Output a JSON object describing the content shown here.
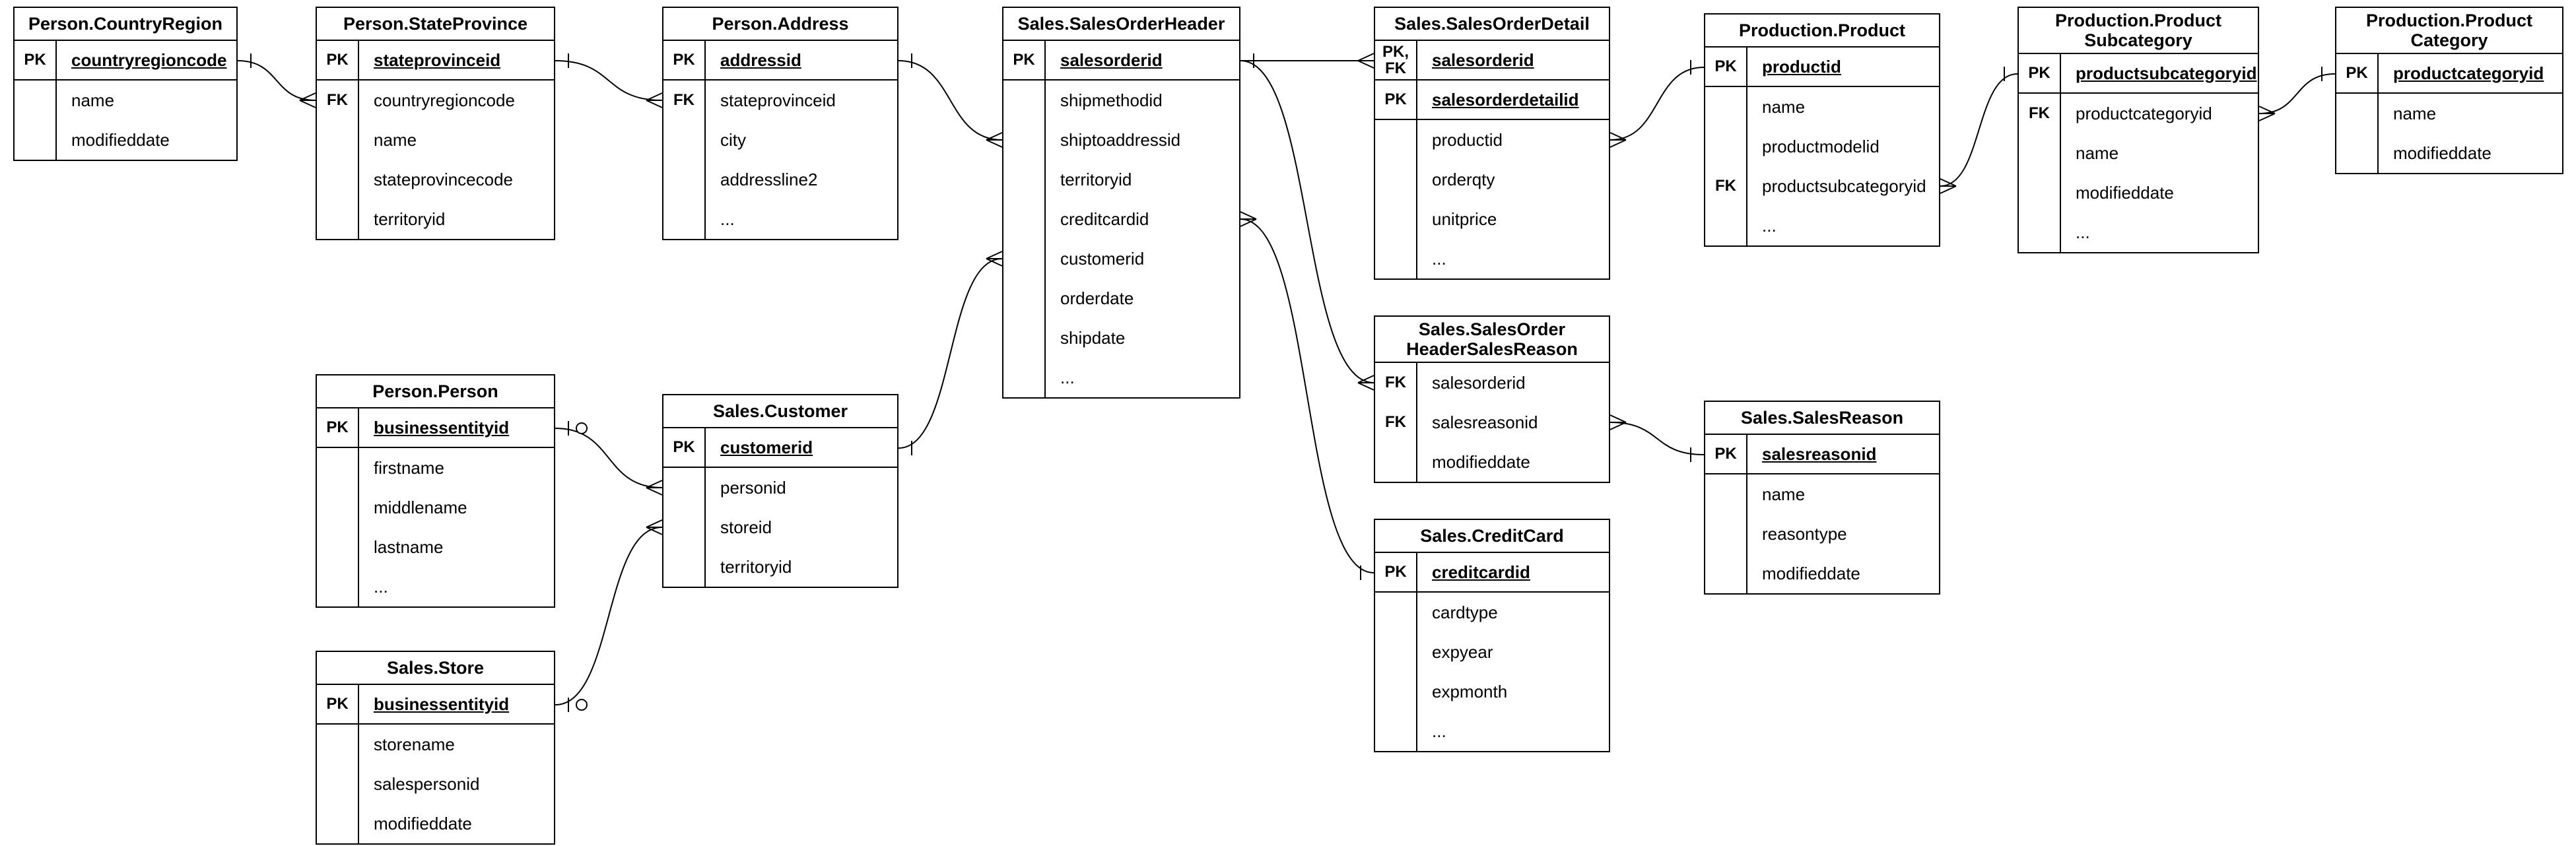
{
  "diagram": {
    "background_color": "#ffffff",
    "line_color": "#000000",
    "text_color": "#000000"
  },
  "tables": {
    "countryregion": {
      "title": "Person.CountryRegion",
      "rows": [
        {
          "key": "PK",
          "name": "countryregioncode",
          "pk": true
        },
        {
          "key": "",
          "name": "name",
          "pk": false
        },
        {
          "key": "",
          "name": "modifieddate",
          "pk": false
        }
      ]
    },
    "stateprovince": {
      "title": "Person.StateProvince",
      "rows": [
        {
          "key": "PK",
          "name": "stateprovinceid",
          "pk": true
        },
        {
          "key": "FK",
          "name": "countryregioncode",
          "pk": false
        },
        {
          "key": "",
          "name": "name",
          "pk": false
        },
        {
          "key": "",
          "name": "stateprovincecode",
          "pk": false
        },
        {
          "key": "",
          "name": "territoryid",
          "pk": false
        }
      ]
    },
    "address": {
      "title": "Person.Address",
      "rows": [
        {
          "key": "PK",
          "name": "addressid",
          "pk": true
        },
        {
          "key": "FK",
          "name": "stateprovinceid",
          "pk": false
        },
        {
          "key": "",
          "name": "city",
          "pk": false
        },
        {
          "key": "",
          "name": "addressline2",
          "pk": false
        },
        {
          "key": "",
          "name": "...",
          "pk": false
        }
      ]
    },
    "salesorderheader": {
      "title": "Sales.SalesOrderHeader",
      "rows": [
        {
          "key": "PK",
          "name": "salesorderid",
          "pk": true
        },
        {
          "key": "",
          "name": "shipmethodid",
          "pk": false
        },
        {
          "key": "",
          "name": "shiptoaddressid",
          "pk": false
        },
        {
          "key": "",
          "name": "territoryid",
          "pk": false
        },
        {
          "key": "",
          "name": "creditcardid",
          "pk": false
        },
        {
          "key": "",
          "name": "customerid",
          "pk": false
        },
        {
          "key": "",
          "name": "orderdate",
          "pk": false
        },
        {
          "key": "",
          "name": "shipdate",
          "pk": false
        },
        {
          "key": "",
          "name": "...",
          "pk": false
        }
      ]
    },
    "salesorderdetail": {
      "title": "Sales.SalesOrderDetail",
      "rows": [
        {
          "key": "PK,\nFK",
          "name": "salesorderid",
          "pk": true
        },
        {
          "key": "PK",
          "name": "salesorderdetailid",
          "pk": true
        },
        {
          "key": "",
          "name": "productid",
          "pk": false
        },
        {
          "key": "",
          "name": "orderqty",
          "pk": false
        },
        {
          "key": "",
          "name": "unitprice",
          "pk": false
        },
        {
          "key": "",
          "name": "...",
          "pk": false
        }
      ]
    },
    "product": {
      "title": "Production.Product",
      "rows": [
        {
          "key": "PK",
          "name": "productid",
          "pk": true
        },
        {
          "key": "",
          "name": "name",
          "pk": false
        },
        {
          "key": "",
          "name": "productmodelid",
          "pk": false
        },
        {
          "key": "FK",
          "name": "productsubcategoryid",
          "pk": false
        },
        {
          "key": "",
          "name": "...",
          "pk": false
        }
      ]
    },
    "productsubcategory": {
      "title": "Production.Product\nSubcategory",
      "rows": [
        {
          "key": "PK",
          "name": "productsubcategoryid",
          "pk": true
        },
        {
          "key": "FK",
          "name": "productcategoryid",
          "pk": false
        },
        {
          "key": "",
          "name": "name",
          "pk": false
        },
        {
          "key": "",
          "name": "modifieddate",
          "pk": false
        },
        {
          "key": "",
          "name": "...",
          "pk": false
        }
      ]
    },
    "productcategory": {
      "title": "Production.Product\nCategory",
      "rows": [
        {
          "key": "PK",
          "name": "productcategoryid",
          "pk": true
        },
        {
          "key": "",
          "name": "name",
          "pk": false
        },
        {
          "key": "",
          "name": "modifieddate",
          "pk": false
        }
      ]
    },
    "person": {
      "title": "Person.Person",
      "rows": [
        {
          "key": "PK",
          "name": "businessentityid",
          "pk": true
        },
        {
          "key": "",
          "name": "firstname",
          "pk": false
        },
        {
          "key": "",
          "name": "middlename",
          "pk": false
        },
        {
          "key": "",
          "name": "lastname",
          "pk": false
        },
        {
          "key": "",
          "name": "...",
          "pk": false
        }
      ]
    },
    "customer": {
      "title": "Sales.Customer",
      "rows": [
        {
          "key": "PK",
          "name": "customerid",
          "pk": true
        },
        {
          "key": "",
          "name": "personid",
          "pk": false
        },
        {
          "key": "",
          "name": "storeid",
          "pk": false
        },
        {
          "key": "",
          "name": "territoryid",
          "pk": false
        }
      ]
    },
    "sohsalesreason": {
      "title": "Sales.SalesOrder\nHeaderSalesReason",
      "rows": [
        {
          "key": "FK",
          "name": "salesorderid",
          "pk": false
        },
        {
          "key": "FK",
          "name": "salesreasonid",
          "pk": false
        },
        {
          "key": "",
          "name": "modifieddate",
          "pk": false
        }
      ]
    },
    "salesreason": {
      "title": "Sales.SalesReason",
      "rows": [
        {
          "key": "PK",
          "name": "salesreasonid",
          "pk": true
        },
        {
          "key": "",
          "name": "name",
          "pk": false
        },
        {
          "key": "",
          "name": "reasontype",
          "pk": false
        },
        {
          "key": "",
          "name": "modifieddate",
          "pk": false
        }
      ]
    },
    "creditcard": {
      "title": "Sales.CreditCard",
      "rows": [
        {
          "key": "PK",
          "name": "creditcardid",
          "pk": true
        },
        {
          "key": "",
          "name": "cardtype",
          "pk": false
        },
        {
          "key": "",
          "name": "expyear",
          "pk": false
        },
        {
          "key": "",
          "name": "expmonth",
          "pk": false
        },
        {
          "key": "",
          "name": "...",
          "pk": false
        }
      ]
    },
    "store": {
      "title": "Sales.Store",
      "rows": [
        {
          "key": "PK",
          "name": "businessentityid",
          "pk": true
        },
        {
          "key": "",
          "name": "storename",
          "pk": false
        },
        {
          "key": "",
          "name": "salespersonid",
          "pk": false
        },
        {
          "key": "",
          "name": "modifieddate",
          "pk": false
        }
      ]
    }
  },
  "connections": [
    {
      "from": {
        "table": "countryregion",
        "row": "countryregioncode",
        "side": "right",
        "marker": "one"
      },
      "to": {
        "table": "stateprovince",
        "row": "countryregioncode",
        "side": "left",
        "marker": "many"
      }
    },
    {
      "from": {
        "table": "stateprovince",
        "row": "stateprovinceid",
        "side": "right",
        "marker": "one"
      },
      "to": {
        "table": "address",
        "row": "stateprovinceid",
        "side": "left",
        "marker": "many"
      }
    },
    {
      "from": {
        "table": "address",
        "row": "addressid",
        "side": "right",
        "marker": "one"
      },
      "to": {
        "table": "salesorderheader",
        "row": "shiptoaddressid",
        "side": "left",
        "marker": "many"
      }
    },
    {
      "from": {
        "table": "salesorderheader",
        "row": "salesorderid",
        "side": "right",
        "marker": "one"
      },
      "to": {
        "table": "salesorderdetail",
        "row": "salesorderid",
        "side": "left",
        "marker": "many"
      }
    },
    {
      "from": {
        "table": "product",
        "row": "productid",
        "side": "left",
        "marker": "one"
      },
      "to": {
        "table": "salesorderdetail",
        "row": "productid",
        "side": "right",
        "marker": "many"
      }
    },
    {
      "from": {
        "table": "productsubcategory",
        "row": "productsubcategoryid",
        "side": "left",
        "marker": "one"
      },
      "to": {
        "table": "product",
        "row": "productsubcategoryid",
        "side": "right",
        "marker": "many"
      }
    },
    {
      "from": {
        "table": "productcategory",
        "row": "productcategoryid",
        "side": "left",
        "marker": "one"
      },
      "to": {
        "table": "productsubcategory",
        "row": "productcategoryid",
        "side": "right",
        "marker": "many"
      }
    },
    {
      "from": {
        "table": "person",
        "row": "businessentityid",
        "side": "right",
        "marker": "zero-one"
      },
      "to": {
        "table": "customer",
        "row": "personid",
        "side": "left",
        "marker": "many"
      }
    },
    {
      "from": {
        "table": "store",
        "row": "businessentityid",
        "side": "right",
        "marker": "zero-one"
      },
      "to": {
        "table": "customer",
        "row": "storeid",
        "side": "left",
        "marker": "many"
      }
    },
    {
      "from": {
        "table": "customer",
        "row": "customerid",
        "side": "right",
        "marker": "one"
      },
      "to": {
        "table": "salesorderheader",
        "row": "customerid",
        "side": "left",
        "marker": "many"
      }
    },
    {
      "from": {
        "table": "salesorderheader",
        "row": "salesorderid",
        "side": "right",
        "marker": "one"
      },
      "to": {
        "table": "sohsalesreason",
        "row": "salesorderid",
        "side": "left",
        "marker": "many"
      }
    },
    {
      "from": {
        "table": "creditcard",
        "row": "creditcardid",
        "side": "left",
        "marker": "one"
      },
      "to": {
        "table": "salesorderheader",
        "row": "creditcardid",
        "side": "right",
        "marker": "many"
      }
    },
    {
      "from": {
        "table": "salesreason",
        "row": "salesreasonid",
        "side": "left",
        "marker": "one"
      },
      "to": {
        "table": "sohsalesreason",
        "row": "salesreasonid",
        "side": "right",
        "marker": "many"
      }
    }
  ]
}
